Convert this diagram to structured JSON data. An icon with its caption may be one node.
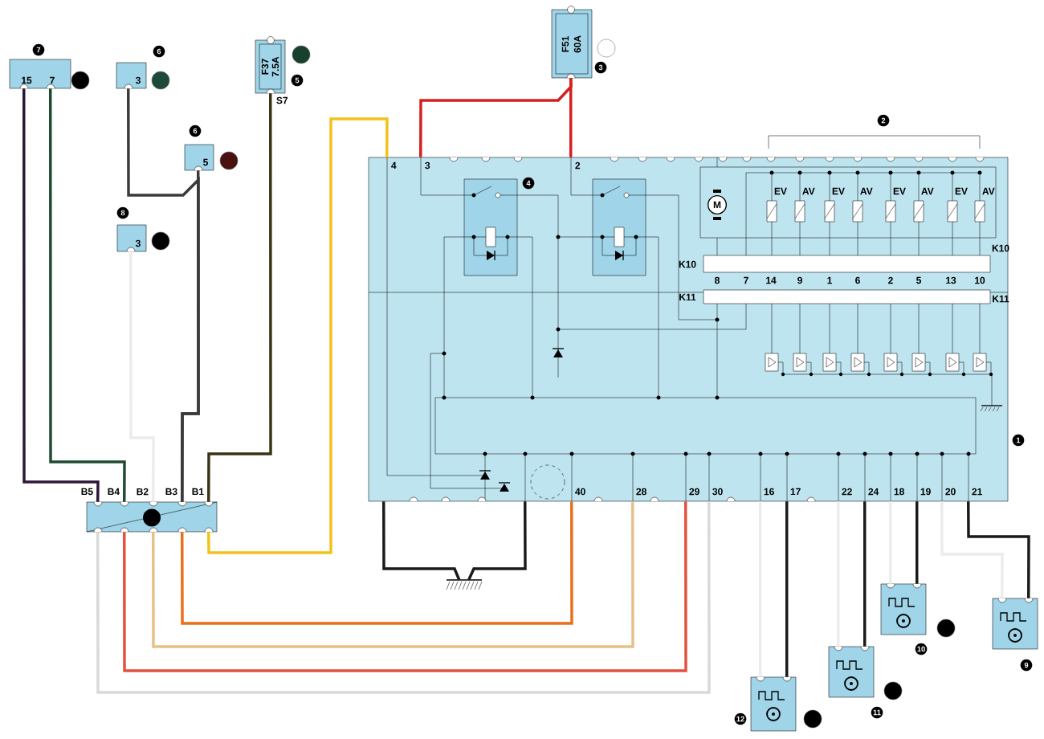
{
  "diagram": {
    "nodes": [
      {
        "text": [
          "15",
          "7"
        ],
        "beside": [
          "7"
        ]
      },
      {
        "text": [
          "3"
        ],
        "beside": [
          "6"
        ]
      },
      {
        "text": [
          "5"
        ],
        "beside": [
          "6"
        ]
      },
      {
        "text": [
          "3"
        ],
        "beside": [
          "8"
        ]
      },
      {
        "text": [
          "F37",
          "7.5A"
        ],
        "beside": [
          "5",
          "S7"
        ]
      },
      {
        "text": [
          "F51",
          "60A"
        ],
        "beside": [
          "3"
        ]
      },
      {
        "text": [
          "B5",
          "B4",
          "B2",
          "B3",
          "B1"
        ]
      },
      {
        "text": [
          "4",
          "3",
          "2",
          "40",
          "28",
          "29",
          "30",
          "16",
          "17",
          "22",
          "24",
          "18",
          "19",
          "20",
          "21"
        ],
        "beside": [
          "1"
        ]
      },
      {
        "text": [
          "EV",
          "AV",
          "EV",
          "AV",
          "EV",
          "AV",
          "EV",
          "AV"
        ],
        "in": 7
      },
      {
        "text": [
          "M"
        ],
        "in": 8
      },
      {
        "text": [
          "K10",
          "K10",
          "8",
          "7",
          "14",
          "9",
          "1",
          "6",
          "2",
          "5",
          "13",
          "10"
        ],
        "in": 7
      },
      {
        "text": [
          "K11",
          "K11"
        ],
        "in": 7
      },
      {
        "text": [],
        "shape": "ground"
      },
      {
        "text": [],
        "shape": "box",
        "beside": [
          "12"
        ]
      },
      {
        "text": [],
        "shape": "box",
        "beside": [
          "11"
        ]
      },
      {
        "text": [],
        "shape": "box",
        "beside": [
          "10"
        ]
      },
      {
        "text": [],
        "shape": "box",
        "beside": [
          "9"
        ]
      }
    ],
    "edges": [
      {
        "from": 0,
        "to": 6,
        "arrow": "none",
        "color": "#2b1838"
      },
      {
        "from": 0,
        "to": 6,
        "arrow": "none",
        "color": "#1e4a32"
      },
      {
        "from": 1,
        "to": 6,
        "arrow": "none",
        "color": "#3a3a3a"
      },
      {
        "from": 2,
        "to": 6,
        "arrow": "none",
        "color": "#3a3a3a"
      },
      {
        "from": 3,
        "to": 6,
        "arrow": "none",
        "color": "#ececec"
      },
      {
        "from": 4,
        "to": 6,
        "arrow": "none",
        "color": "#3a3214"
      },
      {
        "from": 6,
        "to": 7,
        "arrow": "none",
        "color": "#f2c21a"
      },
      {
        "from": 5,
        "to": 7,
        "arrow": "none",
        "color": "#d61f1f"
      },
      {
        "from": 5,
        "to": 7,
        "arrow": "none",
        "color": "#d61f1f"
      },
      {
        "from": 6,
        "to": 7,
        "arrow": "none",
        "color": "#e8701c"
      },
      {
        "from": 6,
        "to": 7,
        "arrow": "none",
        "color": "#e6c08a"
      },
      {
        "from": 6,
        "to": 7,
        "arrow": "none",
        "color": "#e4503e"
      },
      {
        "from": 6,
        "to": 7,
        "arrow": "none",
        "color": "#d9d9d9"
      },
      {
        "from": 7,
        "to": 12,
        "arrow": "none",
        "color": "#1a1a1a"
      },
      {
        "from": 7,
        "to": 12,
        "arrow": "none",
        "color": "#1a1a1a"
      },
      {
        "from": 7,
        "to": 13,
        "arrow": "none",
        "color": "#ececec"
      },
      {
        "from": 7,
        "to": 13,
        "arrow": "none",
        "color": "#1a1a1a"
      },
      {
        "from": 7,
        "to": 14,
        "arrow": "none",
        "color": "#ececec"
      },
      {
        "from": 7,
        "to": 14,
        "arrow": "none",
        "color": "#1a1a1a"
      },
      {
        "from": 7,
        "to": 15,
        "arrow": "none",
        "color": "#ececec"
      },
      {
        "from": 7,
        "to": 15,
        "arrow": "none",
        "color": "#1a1a1a"
      },
      {
        "from": 7,
        "to": 16,
        "arrow": "none",
        "color": "#ececec"
      },
      {
        "from": 7,
        "to": 16,
        "arrow": "none",
        "color": "#1a1a1a"
      }
    ],
    "labels": [
      "2",
      "4"
    ]
  }
}
